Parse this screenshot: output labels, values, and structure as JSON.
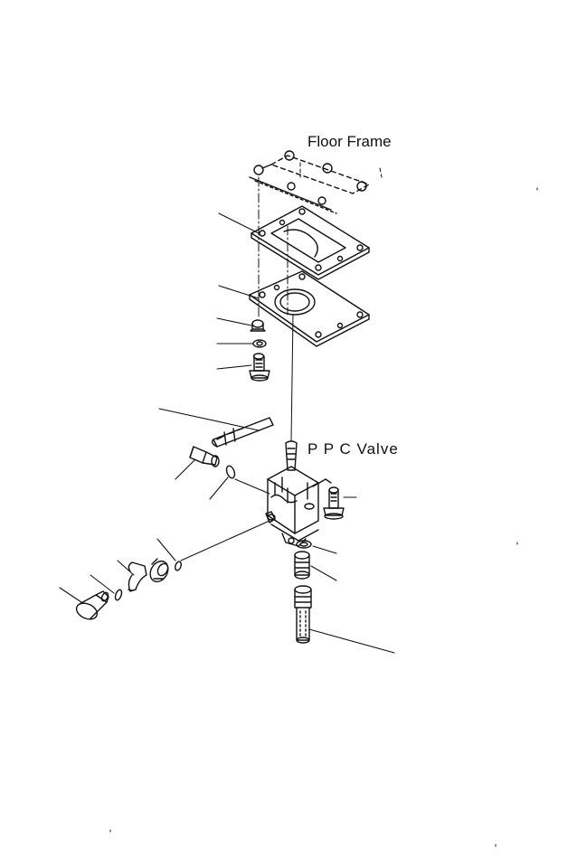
{
  "diagram": {
    "labels": {
      "floor_frame": "Floor Frame",
      "ppc_valve": "P P C  Valve"
    },
    "parts": [
      "floor-frame-plate",
      "cover-plate",
      "gasket",
      "plug",
      "washer",
      "bolt",
      "lever-rod",
      "elbow-fitting",
      "o-ring",
      "ppc-valve-body",
      "mounting-bolt",
      "hose-elbow",
      "hose-fitting",
      "hose-end",
      "adapter",
      "rod-end"
    ],
    "colors": {
      "line": "#111111",
      "background": "#ffffff"
    }
  }
}
